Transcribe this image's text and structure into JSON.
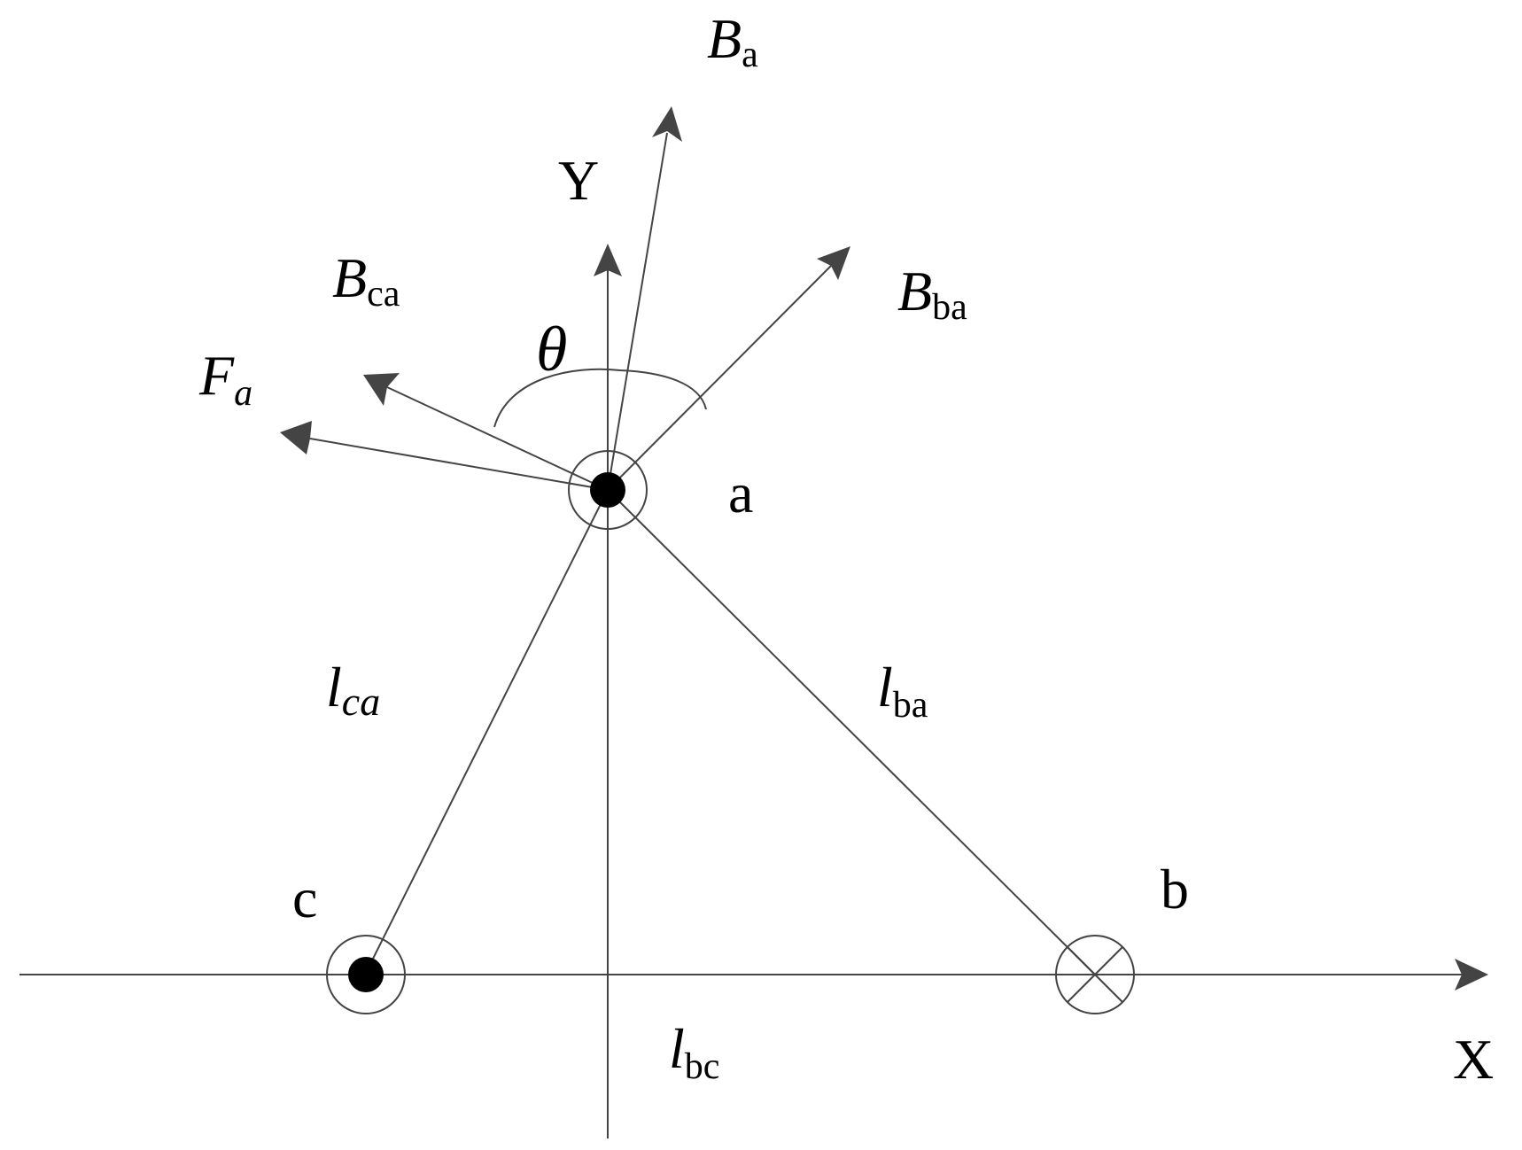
{
  "axes": {
    "x_label": "X",
    "y_label": "Y"
  },
  "points": {
    "a": "a",
    "b": "b",
    "c": "c"
  },
  "vectors": {
    "B_a": {
      "base": "B",
      "sub": "a"
    },
    "B_ba": {
      "base": "B",
      "sub": "ba"
    },
    "B_ca": {
      "base": "B",
      "sub": "ca"
    },
    "F_a": {
      "base": "F",
      "sub": "a"
    }
  },
  "angle": {
    "symbol": "θ"
  },
  "lengths": {
    "l_ca": {
      "base": "l",
      "sub": "ca"
    },
    "l_ba": {
      "base": "l",
      "sub": "ba"
    },
    "l_bc": {
      "base": "l",
      "sub": "bc"
    }
  },
  "colors": {
    "line": "#444444",
    "dot": "#000000"
  }
}
